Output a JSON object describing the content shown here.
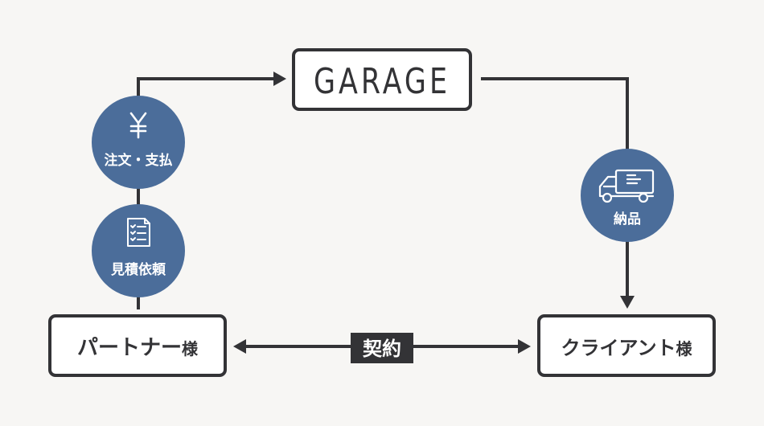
{
  "garage": {
    "logo_text": "GARAGE"
  },
  "partner": {
    "name": "パートナー",
    "suffix": "様"
  },
  "client": {
    "name": "クライアント",
    "suffix": "様"
  },
  "contract": {
    "label": "契約"
  },
  "steps": {
    "payment": {
      "label": "注文・支払",
      "icon": "yen-icon"
    },
    "quote": {
      "label": "見積依頼",
      "icon": "checklist-icon"
    },
    "delivery": {
      "label": "納品",
      "icon": "truck-icon"
    }
  },
  "colors": {
    "background": "#f7f6f4",
    "node_border": "#333336",
    "circle_fill": "#4b6d9a",
    "contract_fill": "#333336",
    "text_on_dark": "#ffffff"
  }
}
